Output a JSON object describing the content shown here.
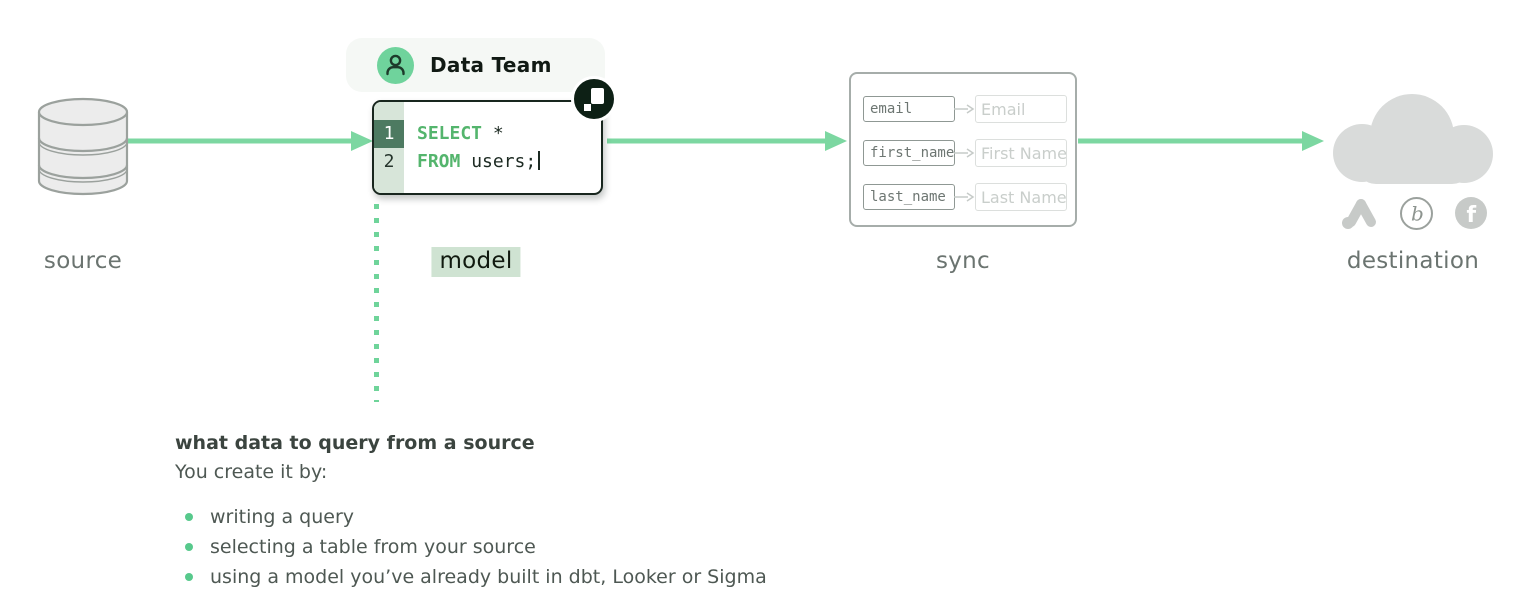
{
  "diagram": {
    "stages": {
      "source_label": "source",
      "model_label": "model",
      "sync_label": "sync",
      "destination_label": "destination"
    },
    "data_team_badge": {
      "label": "Data Team"
    },
    "code_editor": {
      "lines": [
        {
          "number": "1",
          "keyword": "SELECT",
          "rest": " *"
        },
        {
          "number": "2",
          "keyword": "FROM",
          "rest": " users;"
        }
      ]
    },
    "sync_mappings": [
      {
        "from": "email",
        "to": "Email"
      },
      {
        "from": "first_name",
        "to": "First Name"
      },
      {
        "from": "last_name",
        "to": "Last Name"
      }
    ],
    "destination_icons": [
      {
        "name": "google-ads-icon"
      },
      {
        "name": "braze-icon",
        "glyph": "b"
      },
      {
        "name": "facebook-icon",
        "glyph": "f"
      }
    ]
  },
  "note": {
    "heading": "what data to query from a source",
    "intro": "You create it by:",
    "bullets": [
      "writing a query",
      "selecting a table from your source",
      "using a model you’ve already built in dbt, Looker or Sigma"
    ]
  },
  "colors": {
    "arrow_green": "#7cd7a1",
    "accent_green": "#6fd39c",
    "keyword_green": "#54b56d",
    "gutter_green": "#d7e5d9",
    "active_line_green": "#4d7a61",
    "highlight_green": "#cfe3d2",
    "bullet_green": "#57c98c",
    "label_gray": "#6b7470",
    "icon_gray": "#c7cac8",
    "dark_ink": "#18261e"
  }
}
